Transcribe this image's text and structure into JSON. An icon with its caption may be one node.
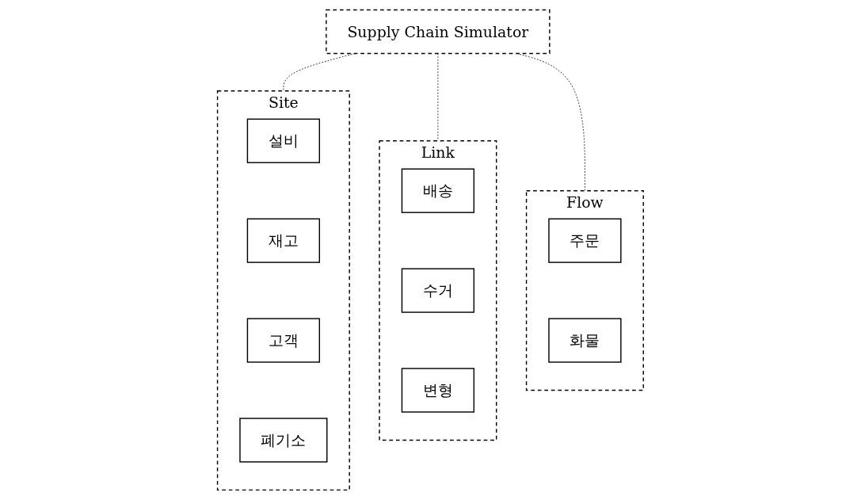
{
  "diagram": {
    "nodes": [
      {
        "text": [
          "Supply Chain Simulator"
        ]
      },
      {
        "text": [
          "Site"
        ]
      },
      {
        "text": [
          "설비"
        ],
        "in": 1
      },
      {
        "text": [
          "재고"
        ],
        "in": 1
      },
      {
        "text": [
          "고객"
        ],
        "in": 1
      },
      {
        "text": [
          "폐기소"
        ],
        "in": 1
      },
      {
        "text": [
          "Link"
        ]
      },
      {
        "text": [
          "배송"
        ],
        "in": 6
      },
      {
        "text": [
          "수거"
        ],
        "in": 6
      },
      {
        "text": [
          "변형"
        ],
        "in": 6
      },
      {
        "text": [
          "Flow"
        ]
      },
      {
        "text": [
          "주문"
        ],
        "in": 10
      },
      {
        "text": [
          "화물"
        ],
        "in": 10
      }
    ],
    "edges": [
      {
        "from": 0,
        "to": 1,
        "arrow": "none",
        "style": "dashed"
      },
      {
        "from": 0,
        "to": 6,
        "arrow": "none",
        "style": "dashed"
      },
      {
        "from": 0,
        "to": 10,
        "arrow": "none",
        "style": "dashed"
      }
    ]
  }
}
